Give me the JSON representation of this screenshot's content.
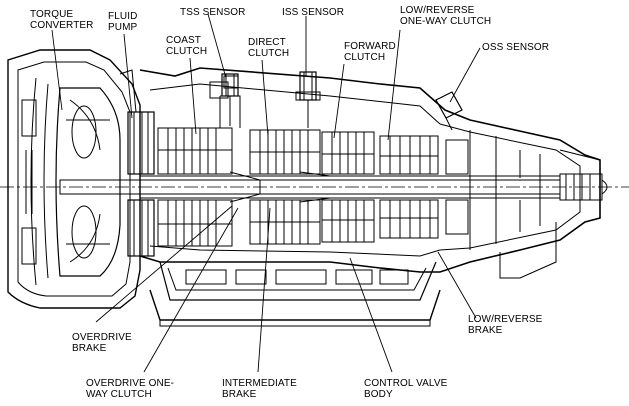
{
  "labels": {
    "torque_converter": [
      "TORQUE",
      "CONVERTER"
    ],
    "fluid_pump": [
      "FLUID",
      "PUMP"
    ],
    "tss_sensor": [
      "TSS SENSOR"
    ],
    "coast_clutch": [
      "COAST",
      "CLUTCH"
    ],
    "iss_sensor": [
      "ISS SENSOR"
    ],
    "direct_clutch": [
      "DIRECT",
      "CLUTCH"
    ],
    "forward_clutch": [
      "FORWARD",
      "CLUTCH"
    ],
    "low_reverse_owc": [
      "LOW/REVERSE",
      "ONE-WAY CLUTCH"
    ],
    "oss_sensor": [
      "OSS SENSOR"
    ],
    "overdrive_brake": [
      "OVERDRIVE",
      "BRAKE"
    ],
    "overdrive_owc": [
      "OVERDRIVE ONE-",
      "WAY CLUTCH"
    ],
    "intermediate_brake": [
      "INTERMEDIATE",
      "BRAKE"
    ],
    "control_valve_body": [
      "CONTROL VALVE",
      "BODY"
    ],
    "low_reverse_brake": [
      "LOW/REVERSE",
      "BRAKE"
    ]
  },
  "colors": {
    "ink": "#000000",
    "paper": "#ffffff"
  }
}
